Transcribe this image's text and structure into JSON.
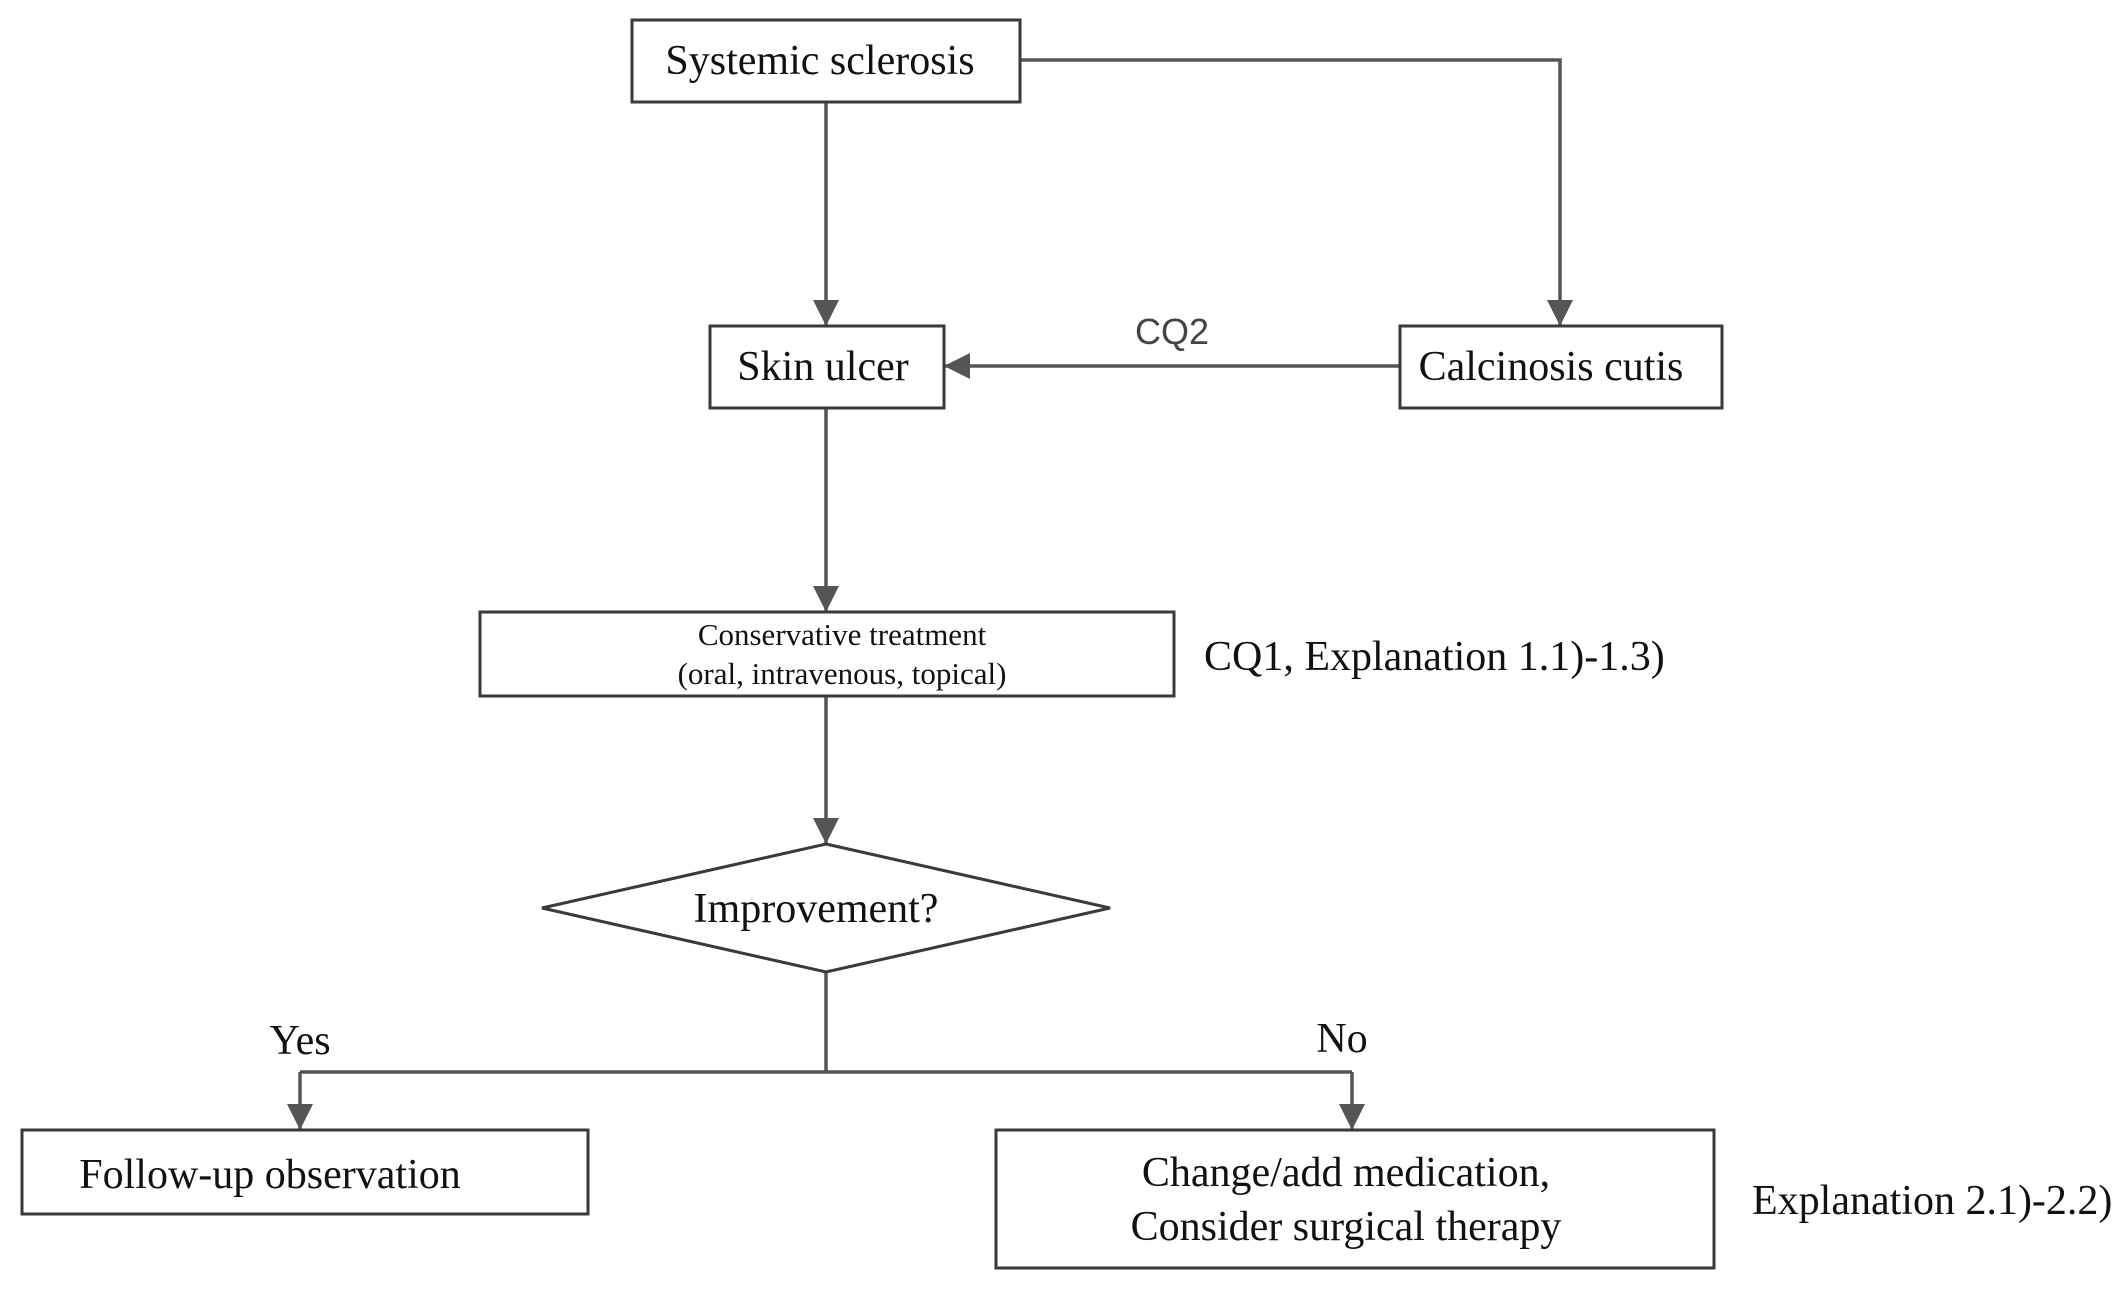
{
  "diagram": {
    "nodes": {
      "systemic_sclerosis": "Systemic sclerosis",
      "skin_ulcer": "Skin ulcer",
      "calcinosis_cutis": "Calcinosis cutis",
      "conservative_treatment_line1": "Conservative treatment",
      "conservative_treatment_line2": "(oral, intravenous, topical)",
      "improvement": "Improvement?",
      "follow_up": "Follow-up observation",
      "change_medication_line1": "Change/add medication,",
      "change_medication_line2": "Consider surgical therapy"
    },
    "edge_labels": {
      "cq2": "CQ2",
      "yes": "Yes",
      "no": "No"
    },
    "annotations": {
      "conservative_ref": "CQ1, Explanation 1.1)-1.3)",
      "change_ref": "Explanation 2.1)-2.2)"
    },
    "colors": {
      "box_stroke": "#3a3a3a",
      "edge": "#555555",
      "text": "#111111"
    }
  }
}
